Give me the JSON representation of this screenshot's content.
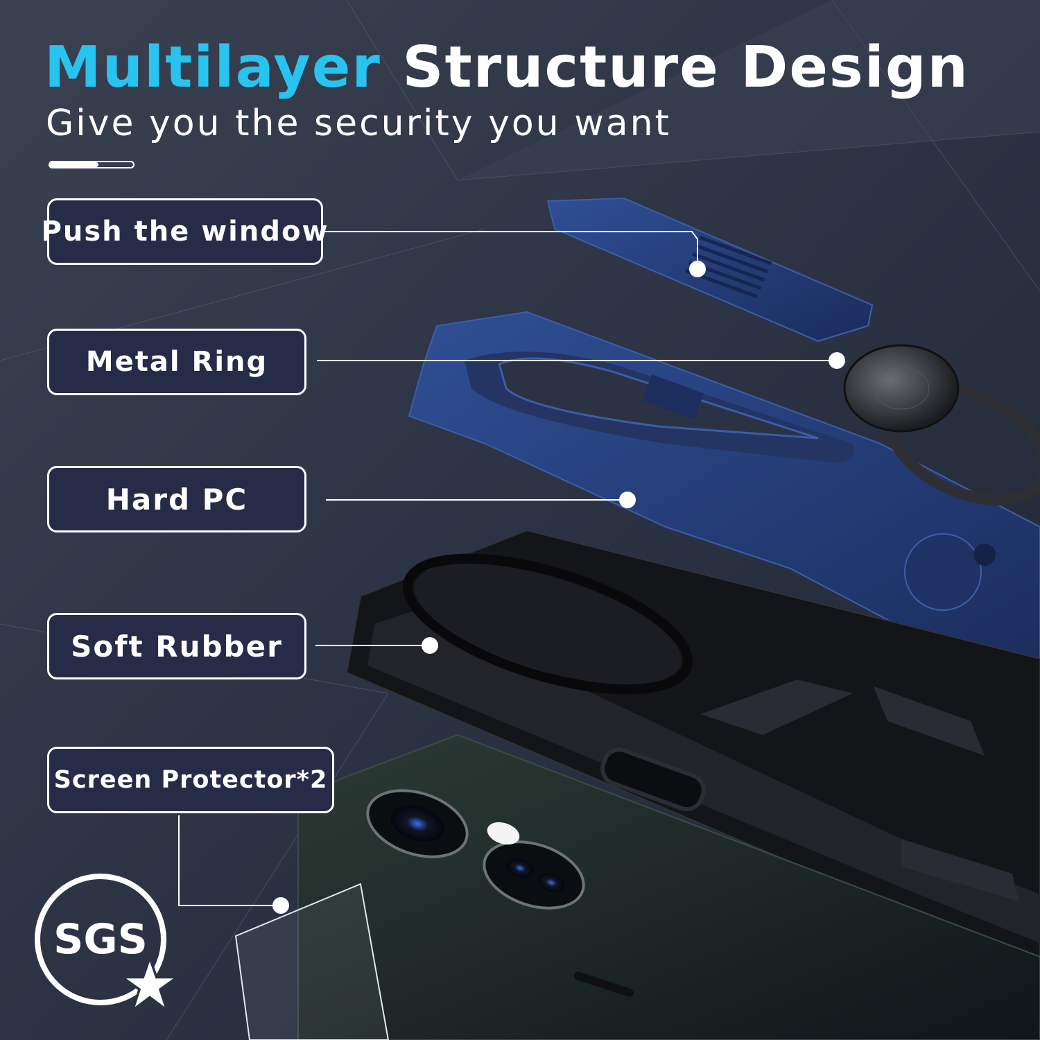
{
  "header": {
    "title_accent": "Multilayer",
    "title_rest": "Structure Design",
    "subtitle": "Give you the security you want",
    "progress_fill": 0.58
  },
  "labels": {
    "push_window": "Push the window",
    "metal_ring": "Metal Ring",
    "hard_pc": "Hard PC",
    "soft_rubber": "Soft Rubber",
    "screen_protector": "Screen Protector*2"
  },
  "badge": {
    "text": "SGS",
    "icon": "star-icon"
  },
  "colors": {
    "accent": "#29c3f0",
    "background": "#2b3243",
    "label_fill": "#262c47",
    "case_blue": "#243d78",
    "rubber_black": "#151517",
    "phone_green": "#1f2a25"
  }
}
